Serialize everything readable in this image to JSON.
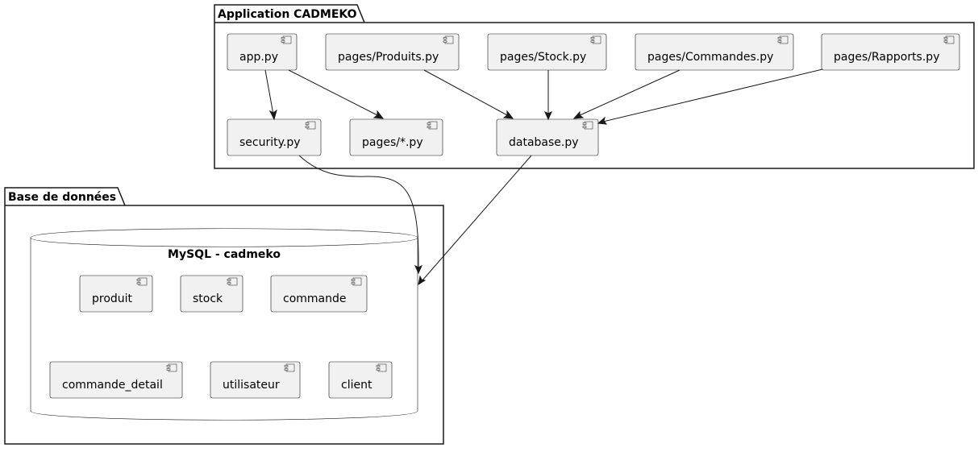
{
  "packages": {
    "application": {
      "title": "Application CADMEKO"
    },
    "database": {
      "title": "Base de données"
    }
  },
  "database": {
    "title": "MySQL - cadmeko"
  },
  "components": {
    "app": "app.py",
    "produits": "pages/Produits.py",
    "stock_page": "pages/Stock.py",
    "commandes": "pages/Commandes.py",
    "rapports": "pages/Rapports.py",
    "security": "security.py",
    "pages_all": "pages/*.py",
    "database_py": "database.py",
    "produit": "produit",
    "stock": "stock",
    "commande": "commande",
    "commande_detail": "commande_detail",
    "utilisateur": "utilisateur",
    "client": "client"
  },
  "edges": [
    {
      "from": "app.py",
      "to": "security.py"
    },
    {
      "from": "app.py",
      "to": "pages/*.py"
    },
    {
      "from": "pages/Produits.py",
      "to": "database.py"
    },
    {
      "from": "pages/Stock.py",
      "to": "database.py"
    },
    {
      "from": "pages/Commandes.py",
      "to": "database.py"
    },
    {
      "from": "pages/Rapports.py",
      "to": "database.py"
    },
    {
      "from": "security.py",
      "to": "MySQL - cadmeko"
    },
    {
      "from": "database.py",
      "to": "MySQL - cadmeko"
    }
  ],
  "colors": {
    "component_fill": "#f1f1f1",
    "stroke": "#181818",
    "background": "#ffffff"
  }
}
